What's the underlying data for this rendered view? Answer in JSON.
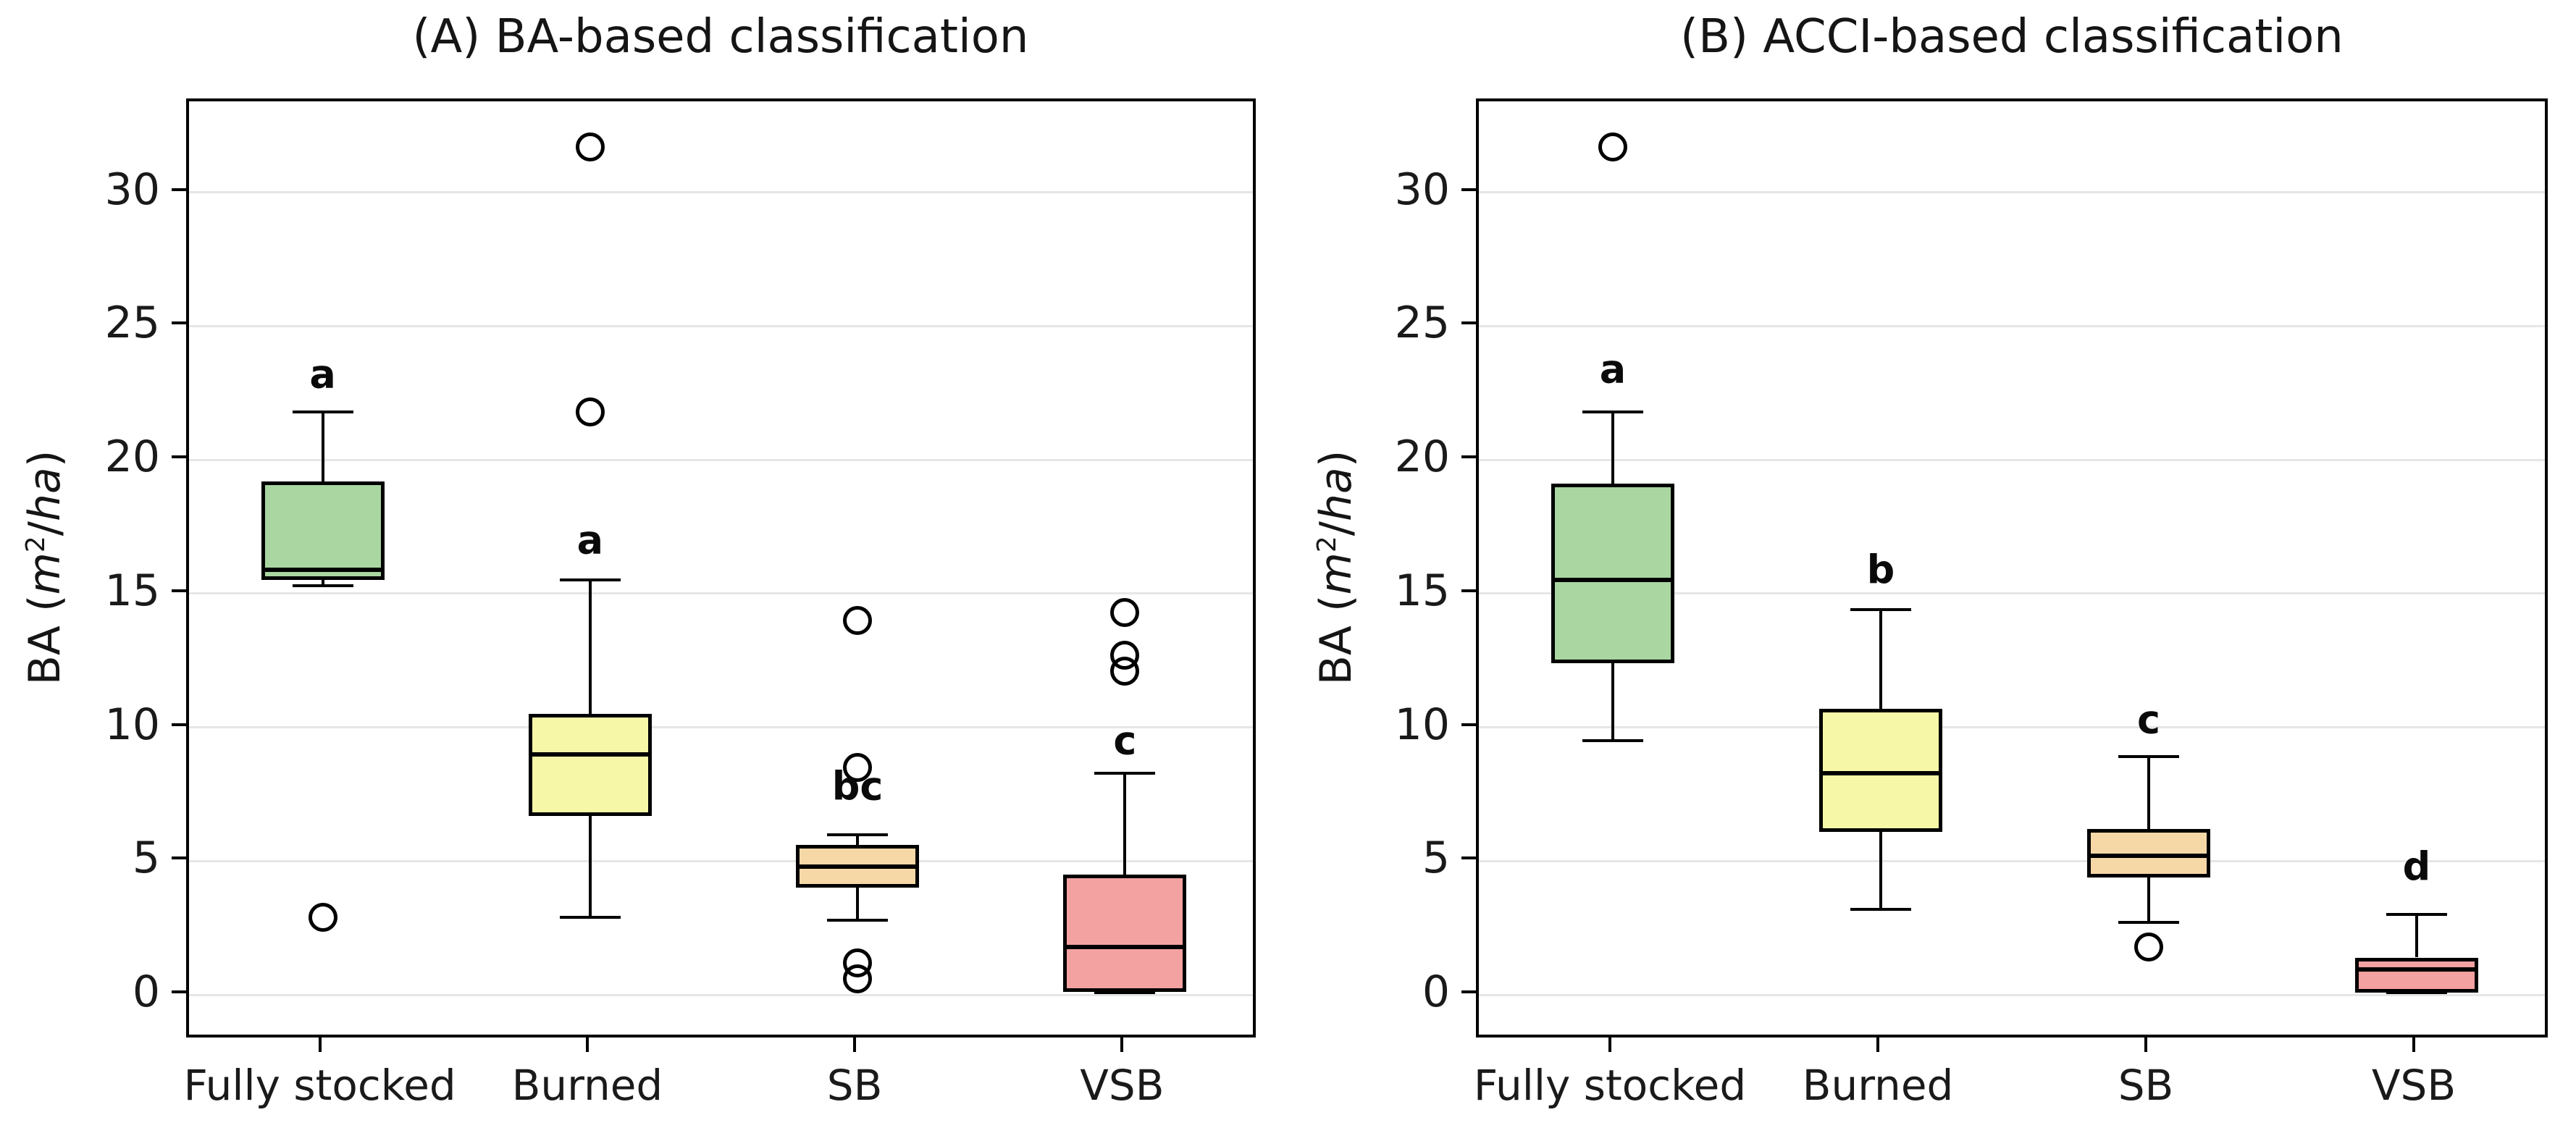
{
  "figure": {
    "background": "#ffffff",
    "ylabel_text": "BA (m²/ha)",
    "ylabel": {
      "pre": "BA (",
      "var1": "m",
      "exp": "2",
      "sep": "/",
      "var2": "ha",
      "post": ")"
    }
  },
  "chart_data": [
    {
      "type": "box",
      "title": "(A) BA-based classification",
      "ylabel": "BA (m²/ha)",
      "xlabel": "",
      "categories": [
        "Fully stocked",
        "Burned",
        "SB",
        "VSB"
      ],
      "ylim": [
        -1.7,
        33.4
      ],
      "yticks": [
        0,
        5,
        10,
        15,
        20,
        25,
        30
      ],
      "grid": "horizontal",
      "legend": "none",
      "series": [
        {
          "category": "Fully stocked",
          "color": "#a9d6a1",
          "letter": "a",
          "letter_y": 23.2,
          "whislo": 15.3,
          "q1": 15.5,
          "med": 15.9,
          "q3": 19.2,
          "whishi": 21.8,
          "outliers": [
            2.9
          ]
        },
        {
          "category": "Burned",
          "color": "#f7f7a8",
          "letter": "a",
          "letter_y": 17.0,
          "whislo": 2.9,
          "q1": 6.7,
          "med": 9.0,
          "q3": 10.5,
          "whishi": 15.5,
          "outliers": [
            21.8,
            31.7
          ]
        },
        {
          "category": "SB",
          "color": "#f6d8a6",
          "letter": "bc",
          "letter_y": 7.8,
          "whislo": 2.8,
          "q1": 4.0,
          "med": 4.8,
          "q3": 5.6,
          "whishi": 6.0,
          "outliers": [
            14.0,
            8.5,
            1.2,
            0.6
          ]
        },
        {
          "category": "VSB",
          "color": "#f3a1a1",
          "letter": "c",
          "letter_y": 9.5,
          "whislo": 0.1,
          "q1": 0.1,
          "med": 1.8,
          "q3": 4.5,
          "whishi": 8.3,
          "outliers": [
            14.3,
            12.7,
            12.1
          ]
        }
      ]
    },
    {
      "type": "box",
      "title": "(B) ACCI-based classification",
      "ylabel": "BA (m²/ha)",
      "xlabel": "",
      "categories": [
        "Fully stocked",
        "Burned",
        "SB",
        "VSB"
      ],
      "ylim": [
        -1.7,
        33.4
      ],
      "yticks": [
        0,
        5,
        10,
        15,
        20,
        25,
        30
      ],
      "grid": "horizontal",
      "legend": "none",
      "series": [
        {
          "category": "Fully stocked",
          "color": "#a9d6a1",
          "letter": "a",
          "letter_y": 23.4,
          "whislo": 9.5,
          "q1": 12.4,
          "med": 15.5,
          "q3": 19.1,
          "whishi": 21.8,
          "outliers": [
            31.7
          ]
        },
        {
          "category": "Burned",
          "color": "#f7f7a8",
          "letter": "b",
          "letter_y": 15.9,
          "whislo": 3.2,
          "q1": 6.1,
          "med": 8.3,
          "q3": 10.7,
          "whishi": 14.4,
          "outliers": []
        },
        {
          "category": "SB",
          "color": "#f6d8a6",
          "letter": "c",
          "letter_y": 10.3,
          "whislo": 2.7,
          "q1": 4.4,
          "med": 5.2,
          "q3": 6.2,
          "whishi": 8.9,
          "outliers": [
            1.8
          ]
        },
        {
          "category": "VSB",
          "color": "#f3a1a1",
          "letter": "d",
          "letter_y": 4.8,
          "whislo": 0.1,
          "q1": 0.1,
          "med": 0.95,
          "q3": 1.4,
          "whishi": 3.0,
          "outliers": []
        }
      ]
    }
  ]
}
